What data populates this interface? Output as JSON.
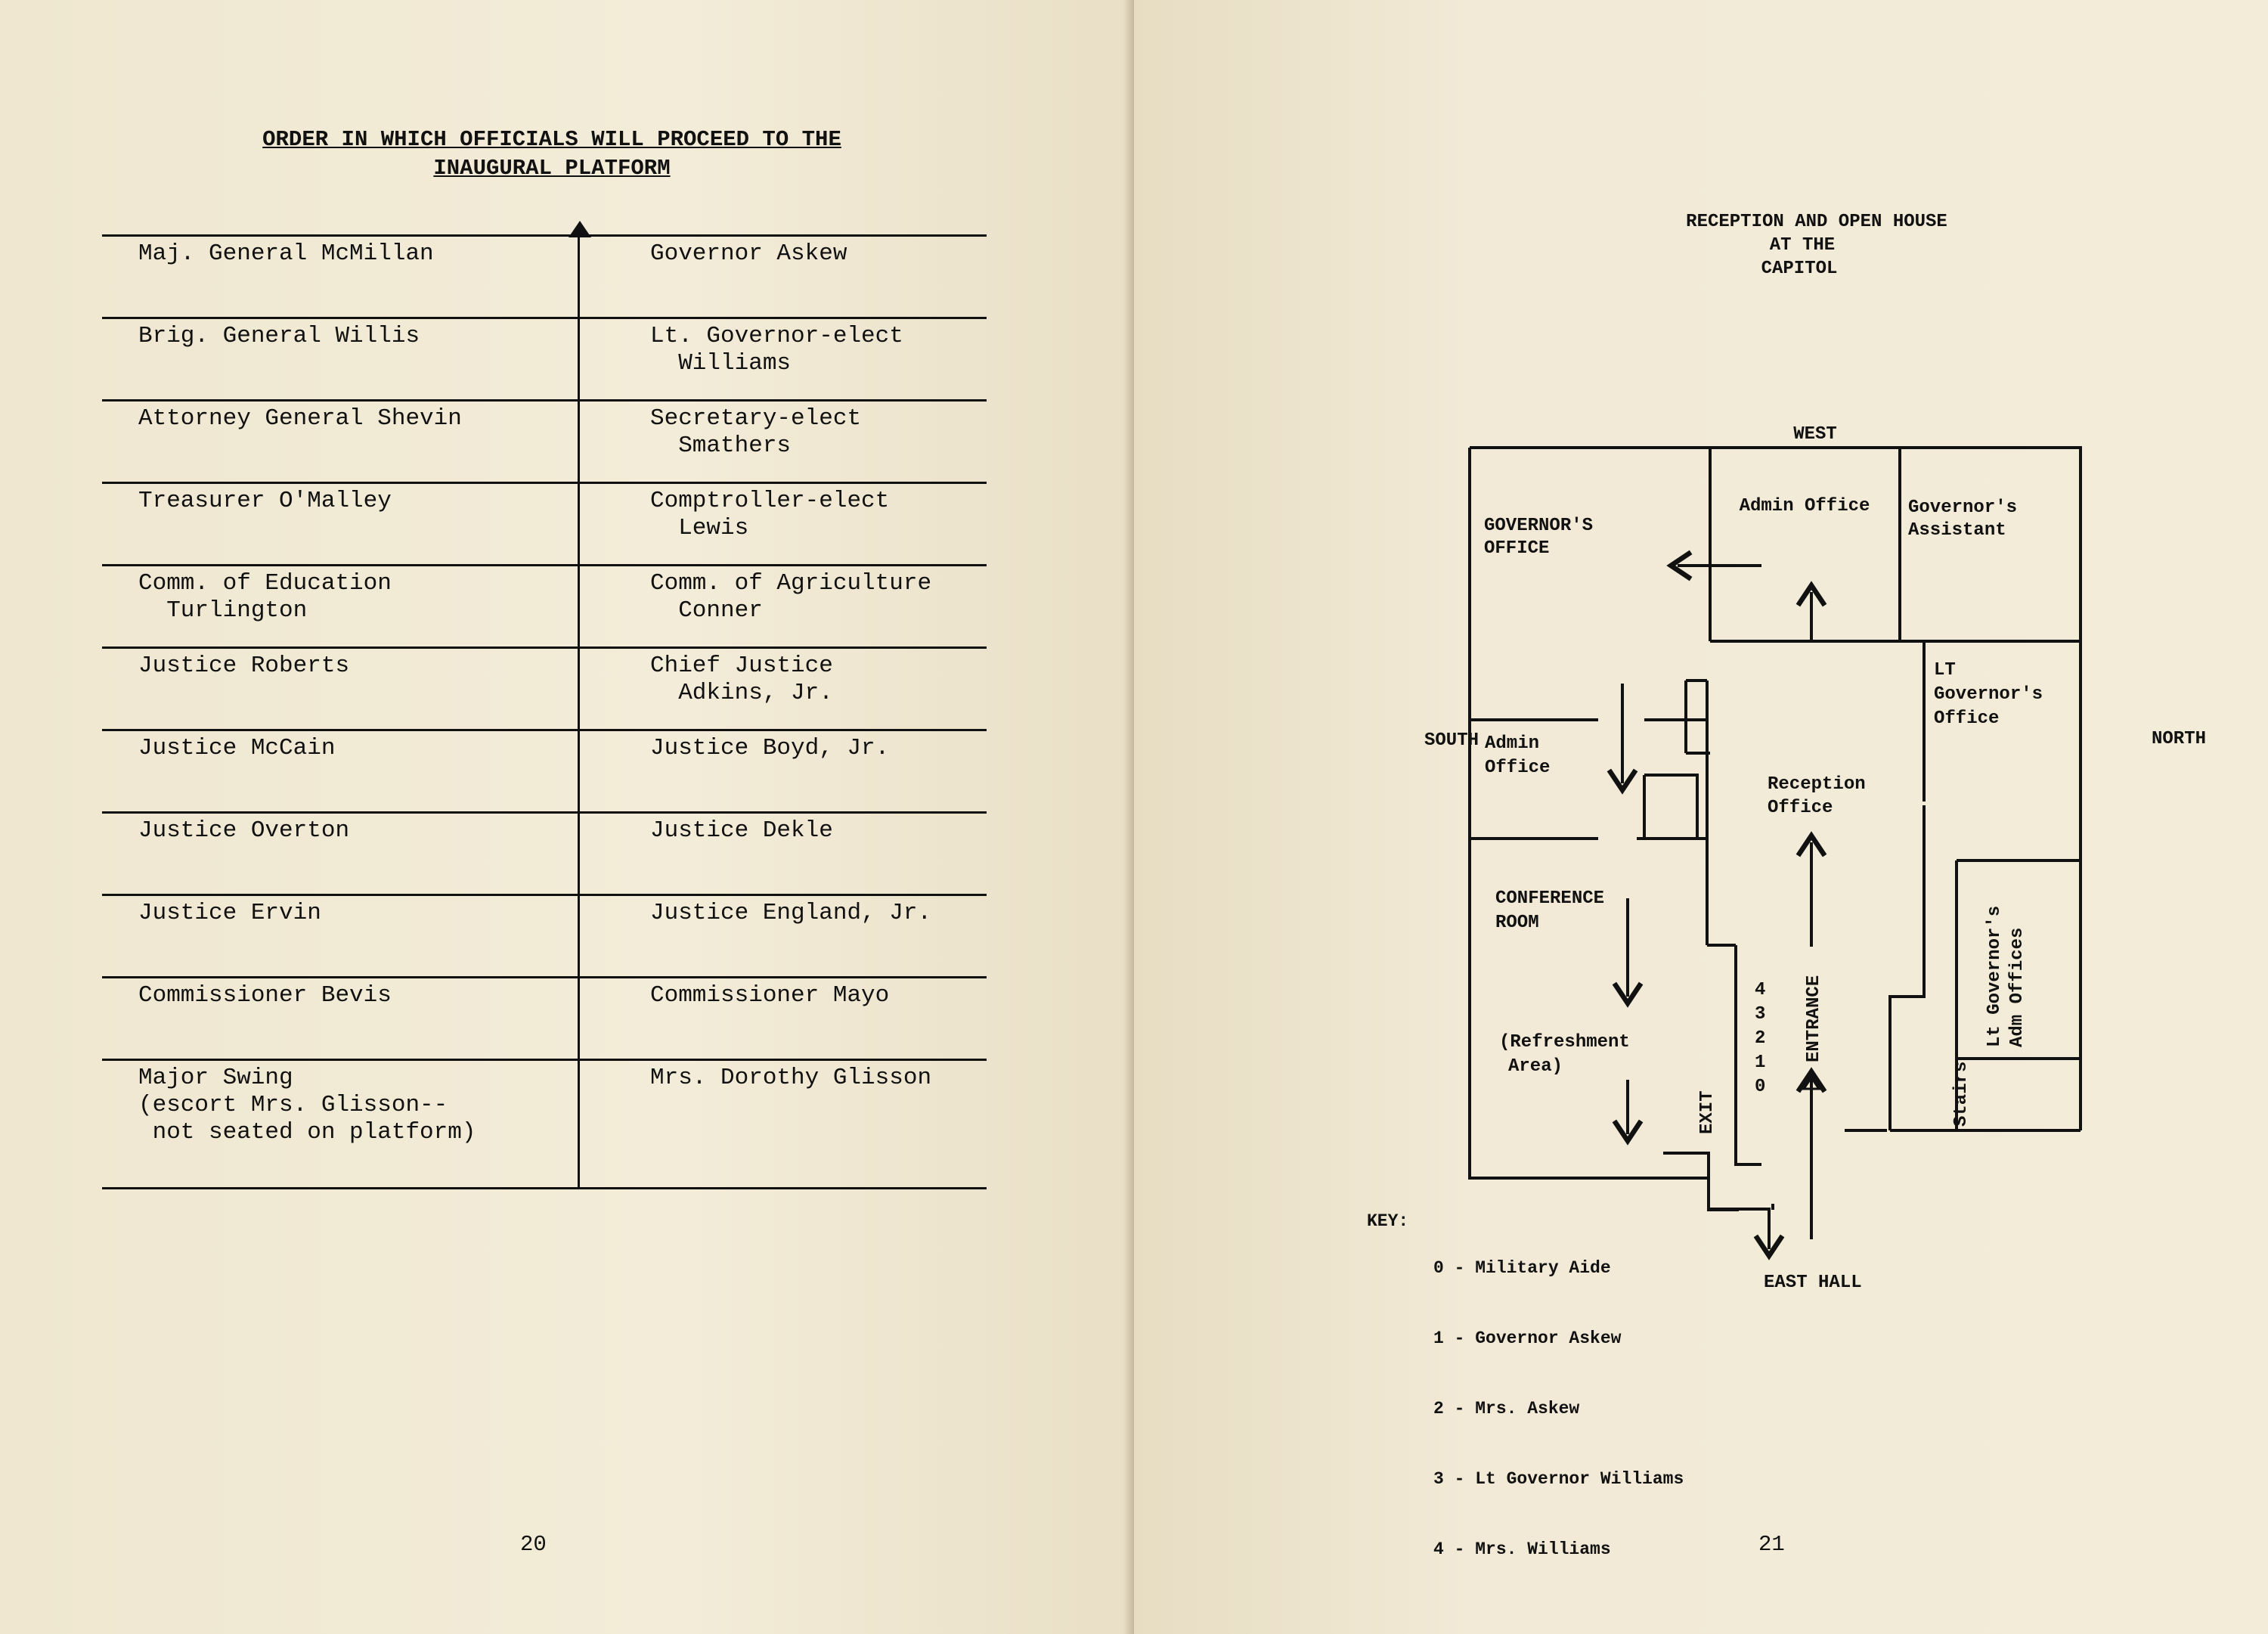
{
  "left_page": {
    "title_line1": "ORDER IN WHICH OFFICIALS WILL PROCEED TO THE",
    "title_line2": "INAUGURAL PLATFORM",
    "rows": [
      {
        "left": "Maj. General McMillan",
        "right": "Governor Askew"
      },
      {
        "left": "Brig. General Willis",
        "right": "Lt. Governor-elect\n  Williams"
      },
      {
        "left": "Attorney General Shevin",
        "right": "Secretary-elect\n  Smathers"
      },
      {
        "left": "Treasurer O'Malley",
        "right": "Comptroller-elect\n  Lewis"
      },
      {
        "left": "Comm. of Education\n  Turlington",
        "right": "Comm. of Agriculture\n  Conner"
      },
      {
        "left": "Justice Roberts",
        "right": "Chief Justice\n  Adkins, Jr."
      },
      {
        "left": "Justice McCain",
        "right": "Justice Boyd, Jr."
      },
      {
        "left": "Justice Overton",
        "right": "Justice Dekle"
      },
      {
        "left": "Justice Ervin",
        "right": "Justice England, Jr."
      },
      {
        "left": "Commissioner Bevis",
        "right": "Commissioner Mayo"
      },
      {
        "left": "Major Swing\n(escort Mrs. Glisson--\n not seated on platform)",
        "right": "Mrs. Dorothy Glisson"
      }
    ],
    "page_number": "20"
  },
  "right_page": {
    "title_line1": "RECEPTION AND OPEN HOUSE",
    "title_line2": "AT THE",
    "title_line3": "CAPITOL",
    "directions": {
      "west": "WEST",
      "south": "SOUTH",
      "north": "NORTH",
      "east": "EAST HALL"
    },
    "rooms": {
      "governors_office_1": "GOVERNOR'S",
      "governors_office_2": "OFFICE",
      "admin_office_west": "Admin Office",
      "governors_assistant_1": "Governor's",
      "governors_assistant_2": "Assistant",
      "lt_gov_office_1": "LT",
      "lt_gov_office_2": "Governor's",
      "lt_gov_office_3": "Office",
      "admin_office_south_1": "Admin",
      "admin_office_south_2": "Office",
      "reception_office_1": "Reception",
      "reception_office_2": "Office",
      "conference_room_1": "CONFERENCE",
      "conference_room_2": "ROOM",
      "refreshment_1": "(Refreshment",
      "refreshment_2": "Area)",
      "lt_gov_adm_1": "Lt Governor's",
      "lt_gov_adm_2": "Adm Offices",
      "stairs": "Stairs",
      "entrance": "ENTRANCE",
      "exit": "EXIT"
    },
    "position_numbers": [
      "4",
      "3",
      "2",
      "1",
      "0"
    ],
    "key_label": "KEY:",
    "key_items": [
      "0 - Military Aide",
      "1 - Governor Askew",
      "2 - Mrs. Askew",
      "3 - Lt Governor Williams",
      "4 - Mrs. Williams"
    ],
    "page_number": "21"
  }
}
